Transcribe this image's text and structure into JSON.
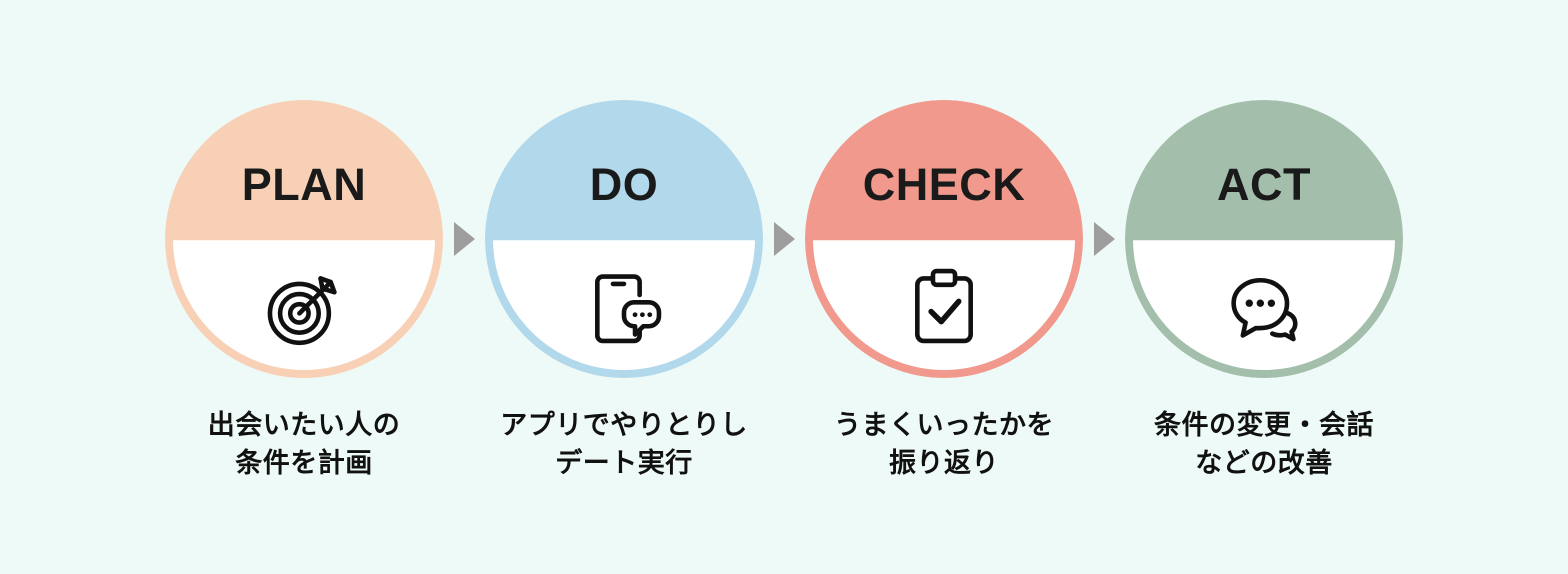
{
  "background_color": "#eefaf7",
  "arrow": {
    "icon": "triangle-right-icon",
    "color": "#9e9e9e",
    "count": 3
  },
  "stages": [
    {
      "key": "plan",
      "label": "PLAN",
      "color": "#f7d0b6",
      "icon": "target-arrow-icon",
      "caption_line1": "出会いたい人の",
      "caption_line2": "条件を計画"
    },
    {
      "key": "do",
      "label": "DO",
      "color": "#b2d8ec",
      "icon": "smartphone-chat-icon",
      "caption_line1": "アプリでやりとりし",
      "caption_line2": "デート実行"
    },
    {
      "key": "check",
      "label": "CHECK",
      "color": "#f0998c",
      "icon": "clipboard-check-icon",
      "caption_line1": "うまくいったかを",
      "caption_line2": "振り返り"
    },
    {
      "key": "act",
      "label": "ACT",
      "color": "#a3bfac",
      "icon": "speech-bubbles-icon",
      "caption_line1": "条件の変更・会話",
      "caption_line2": "などの改善"
    }
  ]
}
